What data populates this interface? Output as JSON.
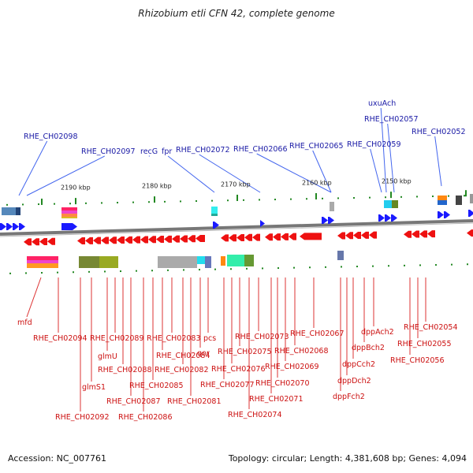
{
  "title": "Rhizobium etli CFN 42, complete genome",
  "footer": {
    "accession": "Accession: NC_007761",
    "summary": "Topology: circular; Length: 4,381,608 bp; Genes: 4,094"
  },
  "colors": {
    "forward_label": "#1a1aa6",
    "reverse_label": "#cc1111",
    "forward_gene": "#1a1aff",
    "reverse_gene": "#ee1111",
    "tick": "#228822",
    "backbone": "#777777"
  },
  "scale_labels": [
    "2190 kbp",
    "2180 kbp",
    "2170 kbp",
    "2160 kbp",
    "2150 kbp"
  ],
  "forward_labels": [
    "RHE_CH02098",
    "RHE_CH02097",
    "recG",
    "fpr",
    "RHE_CH02072",
    "RHE_CH02066",
    "RHE_CH02065",
    "RHE_CH02059",
    "uxuAch",
    "RHE_CH02057",
    "RHE_CH02052"
  ],
  "reverse_labels": [
    "mfd",
    "RHE_CH02094",
    "glmS1",
    "RHE_CH02092",
    "glmU",
    "RHE_CH02089",
    "RHE_CH02088",
    "RHE_CH02087",
    "RHE_CH02086",
    "RHE_CH02085",
    "RHE_CH02084",
    "RHE_CH02083",
    "RHE_CH02082",
    "RHE_CH02081",
    "pcs",
    "qor",
    "RHE_CH02077",
    "RHE_CH02076",
    "RHE_CH02075",
    "RHE_CH02074",
    "RHE_CH02073",
    "RHE_CH02071",
    "RHE_CH02070",
    "RHE_CH02069",
    "RHE_CH02068",
    "RHE_CH02067",
    "dppFch2",
    "dppDch2",
    "dppCch2",
    "dppBch2",
    "dppAch2",
    "RHE_CH02056",
    "RHE_CH02055",
    "RHE_CH02054"
  ]
}
